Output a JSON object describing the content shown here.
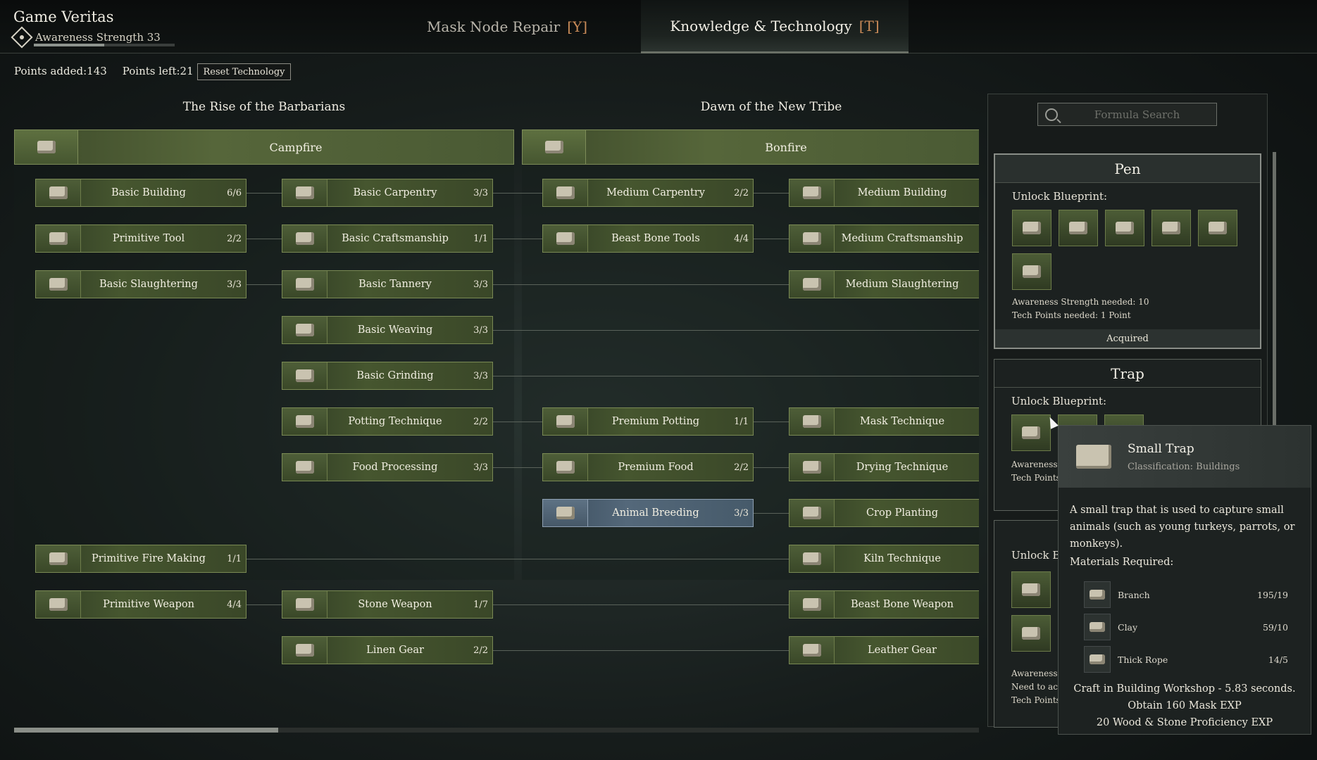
{
  "header": {
    "game_title": "Game Veritas",
    "awareness_label": "Awareness Strength 33",
    "awareness_progress": 0.5,
    "tabs": [
      {
        "label": "Mask Node Repair",
        "key": "[Y]"
      },
      {
        "label": "Knowledge & Technology",
        "key": "[T]"
      }
    ]
  },
  "points": {
    "added": "Points added:143",
    "left": "Points left:21",
    "reset_label": "Reset Technology"
  },
  "tree": {
    "sections": [
      "The Rise of the Barbarians",
      "Dawn of the New Tribe"
    ],
    "groups": [
      "Campfire",
      "Bonfire"
    ],
    "nodes": [
      {
        "label": "Basic Building",
        "count": "6/6"
      },
      {
        "label": "Primitive Tool",
        "count": "2/2"
      },
      {
        "label": "Basic Slaughtering",
        "count": "3/3"
      },
      {
        "label": "Primitive Fire Making",
        "count": "1/1"
      },
      {
        "label": "Primitive Weapon",
        "count": "4/4"
      },
      {
        "label": "Basic Carpentry",
        "count": "3/3"
      },
      {
        "label": "Basic Craftsmanship",
        "count": "1/1"
      },
      {
        "label": "Basic Tannery",
        "count": "3/3"
      },
      {
        "label": "Basic Weaving",
        "count": "3/3"
      },
      {
        "label": "Basic Grinding",
        "count": "3/3"
      },
      {
        "label": "Potting Technique",
        "count": "2/2"
      },
      {
        "label": "Food Processing",
        "count": "3/3"
      },
      {
        "label": "Stone Weapon",
        "count": "1/7"
      },
      {
        "label": "Linen Gear",
        "count": "2/2"
      },
      {
        "label": "Medium Carpentry",
        "count": "2/2"
      },
      {
        "label": "Beast Bone Tools",
        "count": "4/4"
      },
      {
        "label": "Premium Potting",
        "count": "1/1"
      },
      {
        "label": "Premium Food",
        "count": "2/2"
      },
      {
        "label": "Animal Breeding",
        "count": "3/3"
      },
      {
        "label": "Medium Building",
        "count": ""
      },
      {
        "label": "Medium Craftsmanship",
        "count": ""
      },
      {
        "label": "Medium Slaughtering",
        "count": ""
      },
      {
        "label": "Mask Technique",
        "count": ""
      },
      {
        "label": "Drying Technique",
        "count": ""
      },
      {
        "label": "Crop Planting",
        "count": ""
      },
      {
        "label": "Kiln Technique",
        "count": ""
      },
      {
        "label": "Beast Bone Weapon",
        "count": ""
      },
      {
        "label": "Leather Gear",
        "count": ""
      }
    ]
  },
  "panel": {
    "search_placeholder": "Formula Search",
    "pen": {
      "title": "Pen",
      "unlock_label": "Unlock Blueprint:",
      "awareness_needed": "Awareness Strength needed: 10",
      "tech_points": "Tech Points needed: 1 Point",
      "status": "Acquired"
    },
    "trap": {
      "title": "Trap",
      "unlock_label": "Unlock Blueprint:",
      "partial_awareness": "Awareness",
      "partial_tech": "Tech Points"
    },
    "third": {
      "partial_unlock": "Unlock B",
      "partial_awareness": "Awareness",
      "partial_need": "Need to ac",
      "partial_tech": "Tech Points"
    }
  },
  "tooltip": {
    "title": "Small Trap",
    "classification": "Classification: Buildings",
    "description": "A small trap that is used to capture small animals (such as young turkeys, parrots, or monkeys).",
    "materials_label": "Materials Required:",
    "materials": [
      {
        "name": "Branch",
        "count": "195/19"
      },
      {
        "name": "Clay",
        "count": "59/10"
      },
      {
        "name": "Thick Rope",
        "count": "14/5"
      }
    ],
    "craft_line": "Craft in Building Workshop - 5.83 seconds.",
    "exp_line": "Obtain 160 Mask EXP",
    "prof_line": "20 Wood & Stone Proficiency EXP"
  }
}
